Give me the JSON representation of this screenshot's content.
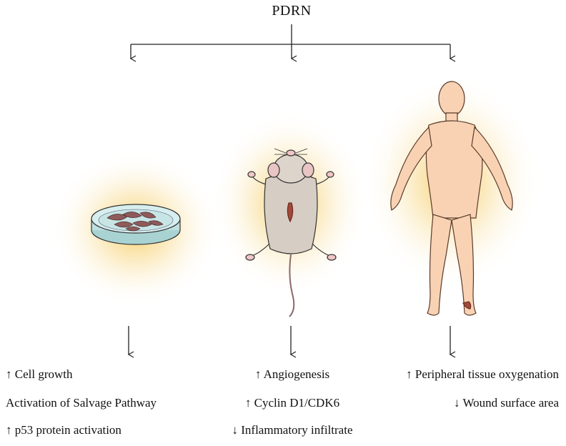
{
  "title": "PDRN",
  "columns": [
    {
      "subject": "petri-dish",
      "outcomes": [
        "↑ Cell growth",
        "Activation of Salvage Pathway",
        "↑ p53 protein activation"
      ]
    },
    {
      "subject": "mouse",
      "outcomes": [
        "↑ Angiogenesis",
        "↑ Cyclin D1/CDK6",
        "↓ Inflammatory infiltrate"
      ]
    },
    {
      "subject": "human",
      "outcomes": [
        "↑ Peripheral tissue oxygenation",
        "↓ Wound surface area"
      ]
    }
  ],
  "colors": {
    "line": "#222222",
    "glow": "#f6c44a",
    "skin": "#f8d2b3",
    "mouse": "#d6cdc4",
    "dish": "#bfe0e0",
    "cells": "#8f5a5a"
  }
}
